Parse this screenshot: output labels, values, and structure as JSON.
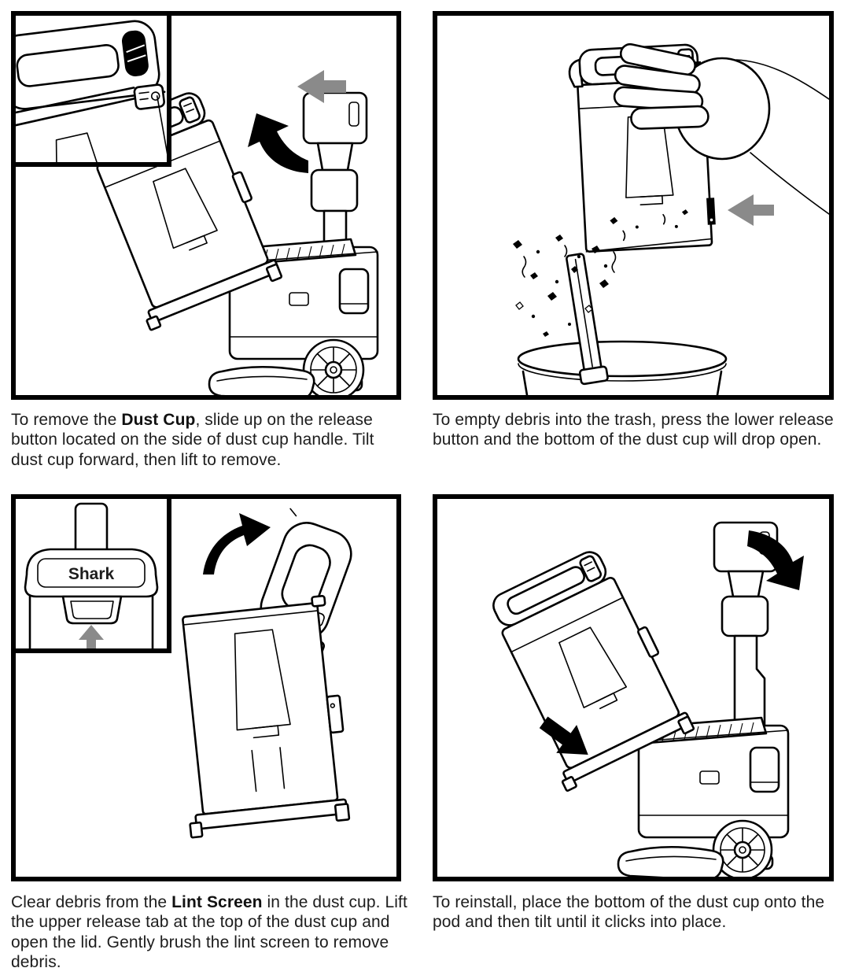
{
  "page": {
    "background": "#ffffff",
    "line_color": "#000000",
    "text_color": "#1d1d1d"
  },
  "colors": {
    "arrow_gray": "#8a8a8a",
    "arrow_black": "#000000"
  },
  "panels": [
    {
      "name": "remove-dust-cup",
      "illustration": "Upright vacuum with dust cup tilted forward off the pod; inset close-up of dust cup handle with black release button; gray arrow showing slide direction and black curved arrow showing tilt",
      "caption": [
        {
          "text": "To remove the ",
          "bold": false
        },
        {
          "text": "Dust Cup",
          "bold": true
        },
        {
          "text": ", slide up on the release button located on the side of dust cup handle. Tilt dust cup forward, then lift to remove.",
          "bold": false
        }
      ]
    },
    {
      "name": "empty-debris",
      "illustration": "Hand holding dust cup above an open trash can, bottom lid dropped open with debris falling out; gray arrow pointing to the lower release button",
      "caption": [
        {
          "text": "To empty debris into the trash, press the lower release button and the bottom of the dust cup will drop open.",
          "bold": false
        }
      ]
    },
    {
      "name": "clear-lint-screen",
      "inset_logo": "Shark",
      "illustration": "Dust cup with upper lid and handle flipped open; inset front view of dust cup top with Shark logo and upper release tab marked by a gray up arrow; black curved arrow showing lid opening",
      "caption": [
        {
          "text": "Clear debris from the ",
          "bold": false
        },
        {
          "text": "Lint Screen",
          "bold": true
        },
        {
          "text": " in the dust cup. Lift the upper release tab at the top of the dust cup and open the lid. Gently brush the lint screen to remove debris.",
          "bold": false
        }
      ]
    },
    {
      "name": "reinstall-dust-cup",
      "illustration": "Dust cup tilted above the vacuum pod with black arrows showing placing the bottom onto the pod and tilting into place",
      "caption": [
        {
          "text": "To reinstall, place the bottom of the dust cup onto the pod and then tilt until it clicks into place.",
          "bold": false
        }
      ]
    }
  ]
}
